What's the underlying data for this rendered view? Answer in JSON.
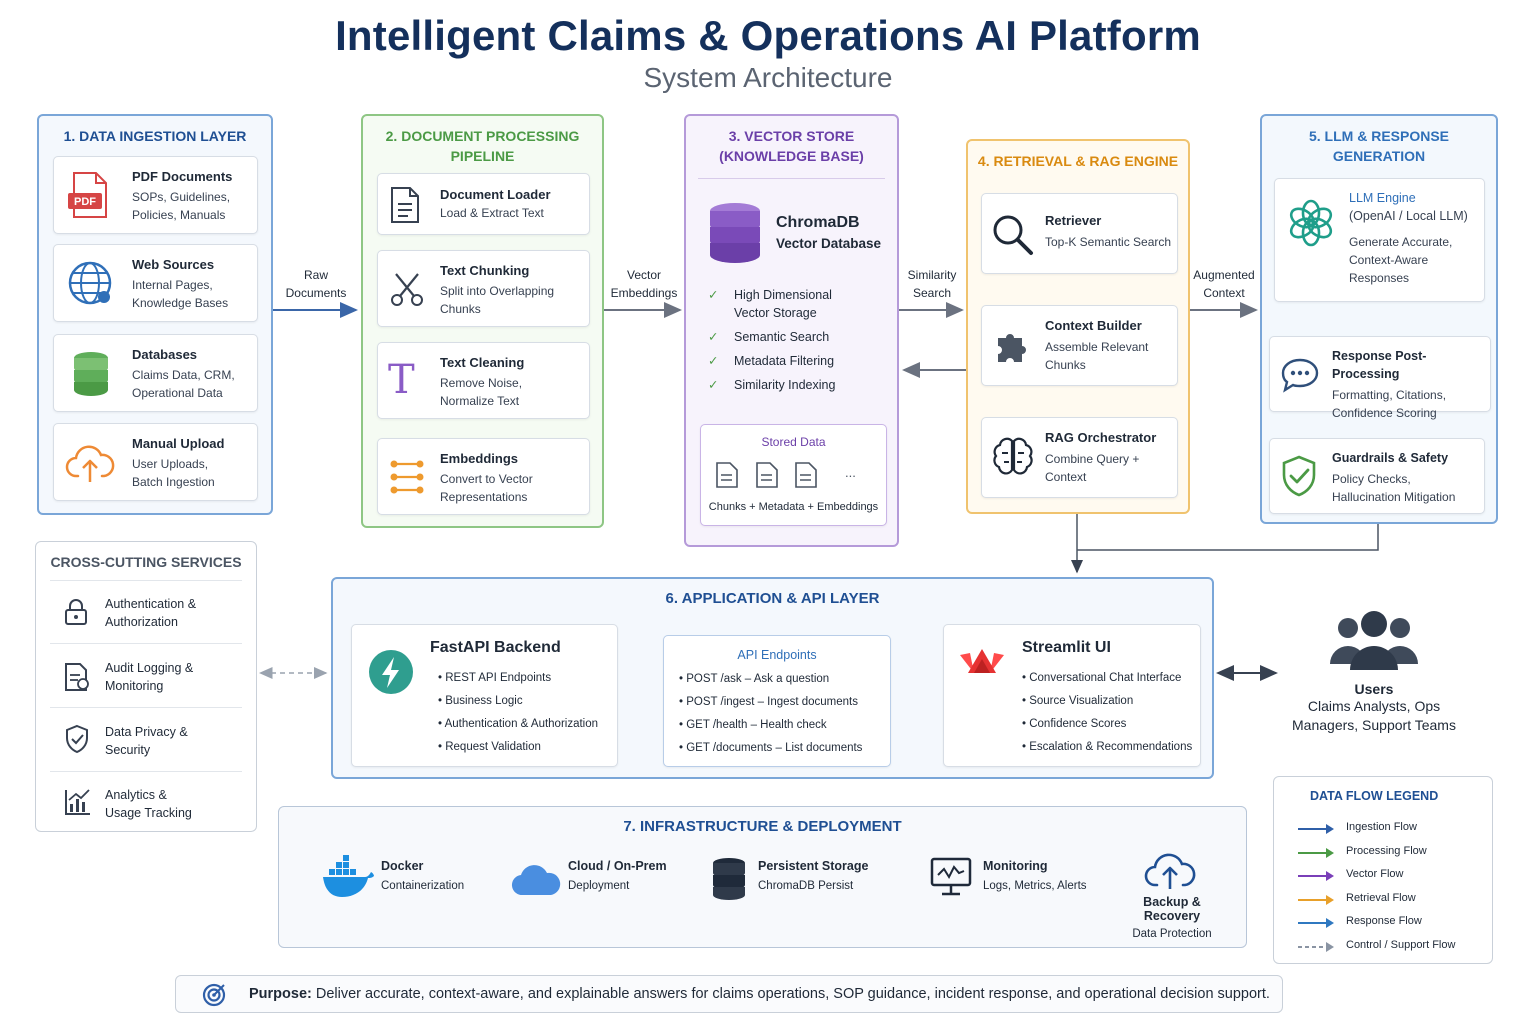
{
  "header": {
    "title": "Intelligent Claims & Operations AI Platform",
    "subtitle": "System Architecture"
  },
  "colors": {
    "ingestion": "#3b6fb6",
    "processing": "#6aad5c",
    "vector": "#8a5cc6",
    "retrieval": "#e8a93a",
    "response": "#3b84c9",
    "title": "#14305c"
  },
  "ingestion": {
    "title": "1. DATA INGESTION LAYER",
    "items": [
      {
        "title": "PDF Documents",
        "desc1": "SOPs, Guidelines,",
        "desc2": "Policies, Manuals",
        "icon": "pdf-icon",
        "badge": "PDF"
      },
      {
        "title": "Web Sources",
        "desc1": "Internal Pages,",
        "desc2": "Knowledge Bases",
        "icon": "globe-icon"
      },
      {
        "title": "Databases",
        "desc1": "Claims Data, CRM,",
        "desc2": "Operational Data",
        "icon": "database-icon"
      },
      {
        "title": "Manual Upload",
        "desc1": "User Uploads,",
        "desc2": "Batch Ingestion",
        "icon": "cloud-upload-icon"
      }
    ]
  },
  "processing": {
    "title1": "2. DOCUMENT PROCESSING",
    "title2": "PIPELINE",
    "items": [
      {
        "title": "Document Loader",
        "desc1": "Load & Extract Text",
        "desc2": "",
        "icon": "document-icon"
      },
      {
        "title": "Text Chunking",
        "desc1": "Split into Overlapping",
        "desc2": "Chunks",
        "icon": "scissors-icon"
      },
      {
        "title": "Text Cleaning",
        "desc1": "Remove Noise,",
        "desc2": "Normalize Text",
        "icon": "text-icon",
        "glyph": "T"
      },
      {
        "title": "Embeddings",
        "desc1": "Convert to Vector",
        "desc2": "Representations",
        "icon": "embedding-icon"
      }
    ]
  },
  "vector": {
    "title1": "3. VECTOR STORE",
    "title2": "(KNOWLEDGE BASE)",
    "db_title": "ChromaDB",
    "db_sub": "Vector Database",
    "features": [
      "High Dimensional",
      "Vector Storage",
      "Semantic Search",
      "Metadata Filtering",
      "Similarity Indexing"
    ],
    "stored_title": "Stored Data",
    "stored_more": "...",
    "stored_caption": "Chunks + Metadata + Embeddings"
  },
  "retrieval": {
    "title": "4. RETRIEVAL & RAG ENGINE",
    "items": [
      {
        "title": "Retriever",
        "desc1": "Top-K Semantic Search",
        "desc2": "",
        "icon": "magnifier-icon"
      },
      {
        "title": "Context Builder",
        "desc1": "Assemble Relevant",
        "desc2": "Chunks",
        "icon": "puzzle-icon"
      },
      {
        "title": "RAG Orchestrator",
        "desc1": "Combine Query +",
        "desc2": "Context",
        "icon": "brain-icon"
      }
    ]
  },
  "response": {
    "title1": "5. LLM & RESPONSE",
    "title2": "GENERATION",
    "llm": {
      "title": "LLM Engine",
      "sub": "(OpenAI / Local LLM)",
      "desc1": "Generate Accurate,",
      "desc2": "Context-Aware",
      "desc3": "Responses"
    },
    "post": {
      "title": "Response Post-Processing",
      "desc1": "Formatting, Citations,",
      "desc2": "Confidence Scoring"
    },
    "guard": {
      "title": "Guardrails & Safety",
      "desc1": "Policy Checks,",
      "desc2": "Hallucination Mitigation"
    }
  },
  "flow_labels": {
    "raw1": "Raw",
    "raw2": "Documents",
    "vec1": "Vector",
    "vec2": "Embeddings",
    "sim1": "Similarity",
    "sim2": "Search",
    "aug1": "Augmented",
    "aug2": "Context"
  },
  "cross": {
    "title": "CROSS-CUTTING SERVICES",
    "items": [
      {
        "l1": "Authentication &",
        "l2": "Authorization",
        "icon": "lock-icon"
      },
      {
        "l1": "Audit Logging &",
        "l2": "Monitoring",
        "icon": "audit-log-icon"
      },
      {
        "l1": "Data Privacy &",
        "l2": "Security",
        "icon": "shield-icon"
      },
      {
        "l1": "Analytics &",
        "l2": "Usage Tracking",
        "icon": "analytics-icon"
      }
    ]
  },
  "app": {
    "title": "6. APPLICATION & API LAYER",
    "fastapi": {
      "title": "FastAPI Backend",
      "bullets": [
        "• REST API Endpoints",
        "• Business Logic",
        "• Authentication & Authorization",
        "• Request Validation"
      ]
    },
    "endpoints": {
      "title": "API Endpoints",
      "bullets": [
        "• POST /ask – Ask a question",
        "• POST /ingest – Ingest documents",
        "• GET /health – Health check",
        "• GET /documents – List documents"
      ]
    },
    "streamlit": {
      "title": "Streamlit UI",
      "bullets": [
        "• Conversational Chat Interface",
        "• Source Visualization",
        "• Confidence Scores",
        "• Escalation & Recommendations"
      ]
    }
  },
  "users": {
    "title": "Users",
    "l1": "Claims Analysts, Ops",
    "l2": "Managers, Support Teams"
  },
  "infra": {
    "title": "7. INFRASTRUCTURE & DEPLOYMENT",
    "items": [
      {
        "title": "Docker",
        "desc": "Containerization",
        "icon": "docker-icon"
      },
      {
        "title": "Cloud / On-Prem",
        "desc": "Deployment",
        "icon": "cloud-icon"
      },
      {
        "title": "Persistent Storage",
        "desc": "ChromaDB Persist",
        "icon": "storage-icon"
      },
      {
        "title": "Monitoring",
        "desc": "Logs, Metrics, Alerts",
        "icon": "monitor-icon"
      },
      {
        "title": "Backup & Recovery",
        "desc": "Data Protection",
        "icon": "backup-icon"
      }
    ]
  },
  "legend": {
    "title": "DATA FLOW LEGEND",
    "items": [
      {
        "label": "Ingestion Flow",
        "color": "#2f5fa8",
        "dashed": false
      },
      {
        "label": "Processing Flow",
        "color": "#4b9a45",
        "dashed": false
      },
      {
        "label": "Vector Flow",
        "color": "#7a3fb8",
        "dashed": false
      },
      {
        "label": "Retrieval Flow",
        "color": "#e8a02a",
        "dashed": false
      },
      {
        "label": "Response Flow",
        "color": "#2f78c0",
        "dashed": false
      },
      {
        "label": "Control / Support Flow",
        "color": "#8a94a3",
        "dashed": true
      }
    ]
  },
  "purpose": {
    "label": "Purpose:",
    "text": "Deliver accurate, context-aware, and explainable answers for claims operations, SOP guidance, incident response, and operational decision support."
  }
}
